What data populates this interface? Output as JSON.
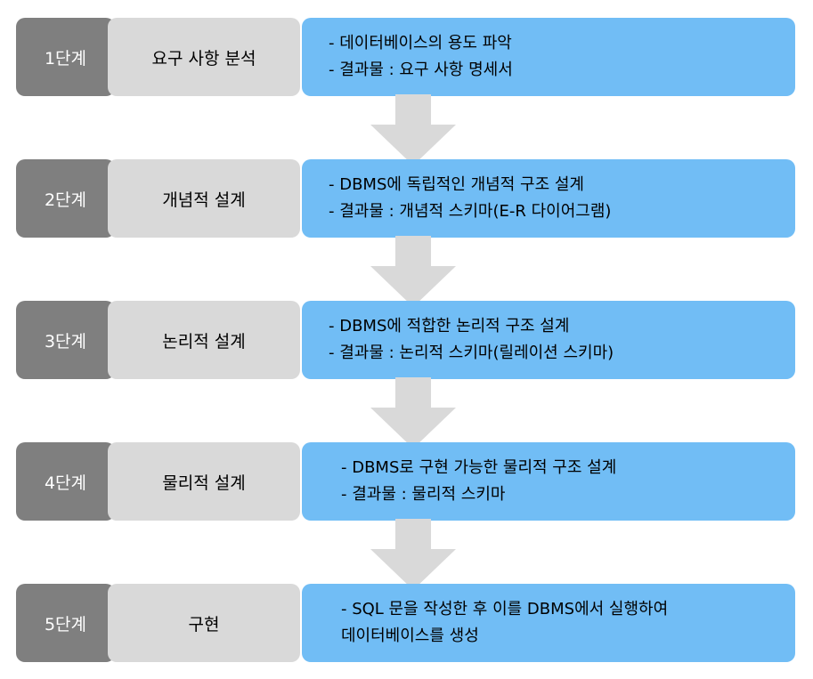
{
  "colors": {
    "stage_number_bg": "#7f7f7f",
    "stage_name_bg": "#d9d9d9",
    "description_bg": "#71bdf5",
    "arrow": "#d9d9d9"
  },
  "stages": [
    {
      "number": "1단계",
      "name": "요구 사항 분석",
      "lines": [
        "- 데이터베이스의 용도 파악",
        "- 결과물 : 요구 사항 명세서"
      ]
    },
    {
      "number": "2단계",
      "name": "개념적 설계",
      "lines": [
        "- DBMS에 독립적인 개념적 구조 설계",
        "- 결과물 : 개념적 스키마(E-R 다이어그램)"
      ]
    },
    {
      "number": "3단계",
      "name": "논리적 설계",
      "lines": [
        "- DBMS에 적합한 논리적 구조 설계",
        "- 결과물 : 논리적 스키마(릴레이션 스키마)"
      ]
    },
    {
      "number": "4단계",
      "name": "물리적 설계",
      "lines": [
        "- DBMS로 구현 가능한 물리적 구조 설계",
        "- 결과물 : 물리적 스키마"
      ]
    },
    {
      "number": "5단계",
      "name": "구현",
      "lines": [
        "- SQL 문을 작성한 후 이를 DBMS에서 실행하여",
        "데이터베이스를 생성"
      ]
    }
  ]
}
